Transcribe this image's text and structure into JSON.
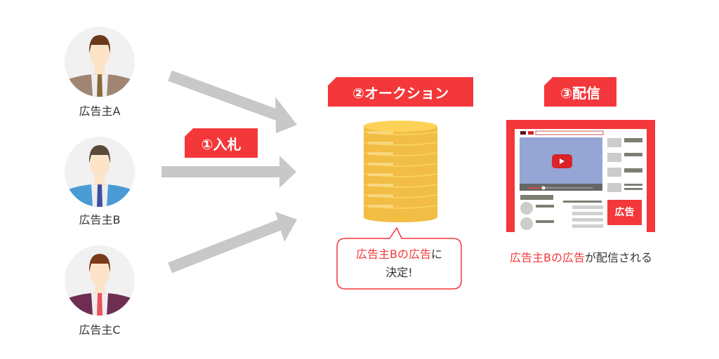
{
  "advertisers": [
    {
      "label": "広告主A",
      "suit": "#a08672",
      "tie": "#8a6a3a",
      "hair": "#6b3a1a"
    },
    {
      "label": "広告主B",
      "suit": "#4a9ad4",
      "tie": "#3f4fa0",
      "hair": "#5a4a3a"
    },
    {
      "label": "広告主C",
      "suit": "#6e2e52",
      "tie": "#e8555a",
      "hair": "#7a3a1a"
    }
  ],
  "steps": {
    "bid": "①入札",
    "auction": "②オークション",
    "delivery": "③配信"
  },
  "bubble": {
    "highlight": "広告主Bの広告",
    "rest": "に",
    "line2": "決定!"
  },
  "monitor": {
    "ad_label": "広告"
  },
  "caption": {
    "highlight": "広告主Bの広告",
    "rest": "が配信される"
  },
  "colors": {
    "accent": "#f4373a",
    "arrow": "#c8c8c8",
    "coin": "#f1bd45"
  }
}
